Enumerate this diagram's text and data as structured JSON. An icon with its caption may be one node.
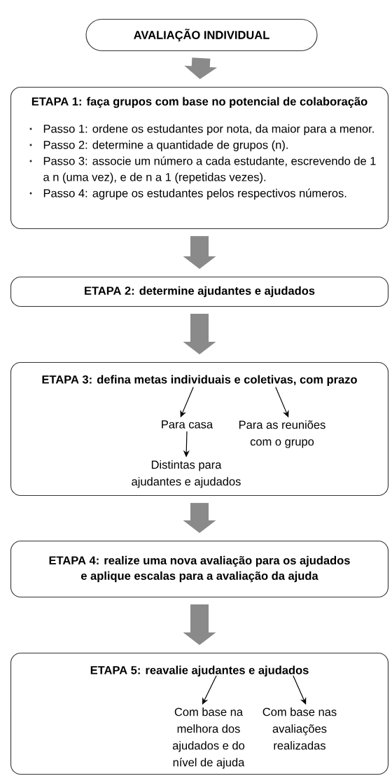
{
  "diagram": {
    "nodes": [
      {
        "text": [
          "AVALIAÇÃO INDIVIDUAL"
        ]
      },
      {
        "text": [
          "ETAPA 1: faça grupos com base no potencial de colaboração",
          "Passo 1: ordene os estudantes por nota, da maior para a menor.",
          "Passo 2: determine a quantidade de grupos (n).",
          "Passo 3: associe um número a cada estudante, escrevendo de 1 a n (uma vez), e de n a 1 (repetidas vezes).",
          "Passo 4: agrupe os estudantes pelos respectivos números."
        ]
      },
      {
        "text": [
          "ETAPA 2: determine ajudantes e ajudados"
        ]
      },
      {
        "text": [
          "ETAPA 3: defina metas individuais e coletivas, com prazo"
        ]
      },
      {
        "text": [
          "Para casa"
        ],
        "in": 3
      },
      {
        "text": [
          "Para as reuniões com o grupo"
        ],
        "in": 3
      },
      {
        "text": [
          "Distintas para ajudantes e ajudados"
        ],
        "in": 3
      },
      {
        "text": [
          "ETAPA 4: realize uma nova avaliação para os ajudados e aplique escalas para a avaliação da ajuda"
        ]
      },
      {
        "text": [
          "ETAPA 5: reavalie ajudantes e ajudados"
        ]
      },
      {
        "text": [
          "Com base na melhora dos ajudados e do nível de ajuda"
        ],
        "in": 8
      },
      {
        "text": [
          "Com base nas avaliações realizadas"
        ],
        "in": 8
      }
    ],
    "edges": [
      {
        "from": 0,
        "to": 1,
        "arrow": "to",
        "style": "thick",
        "color": "#8a8a8a"
      },
      {
        "from": 1,
        "to": 2,
        "arrow": "to",
        "style": "thick",
        "color": "#8a8a8a"
      },
      {
        "from": 2,
        "to": 3,
        "arrow": "to",
        "style": "thick",
        "color": "#8a8a8a"
      },
      {
        "from": 3,
        "to": 4,
        "arrow": "to",
        "color": "#000000"
      },
      {
        "from": 3,
        "to": 5,
        "arrow": "to",
        "color": "#000000"
      },
      {
        "from": 4,
        "to": 6,
        "arrow": "to",
        "color": "#000000"
      },
      {
        "from": 3,
        "to": 7,
        "arrow": "to",
        "style": "thick",
        "color": "#8a8a8a"
      },
      {
        "from": 7,
        "to": 8,
        "arrow": "to",
        "style": "thick",
        "color": "#8a8a8a"
      },
      {
        "from": 8,
        "to": 9,
        "arrow": "to",
        "color": "#000000"
      },
      {
        "from": 8,
        "to": 10,
        "arrow": "to",
        "color": "#000000"
      }
    ]
  }
}
